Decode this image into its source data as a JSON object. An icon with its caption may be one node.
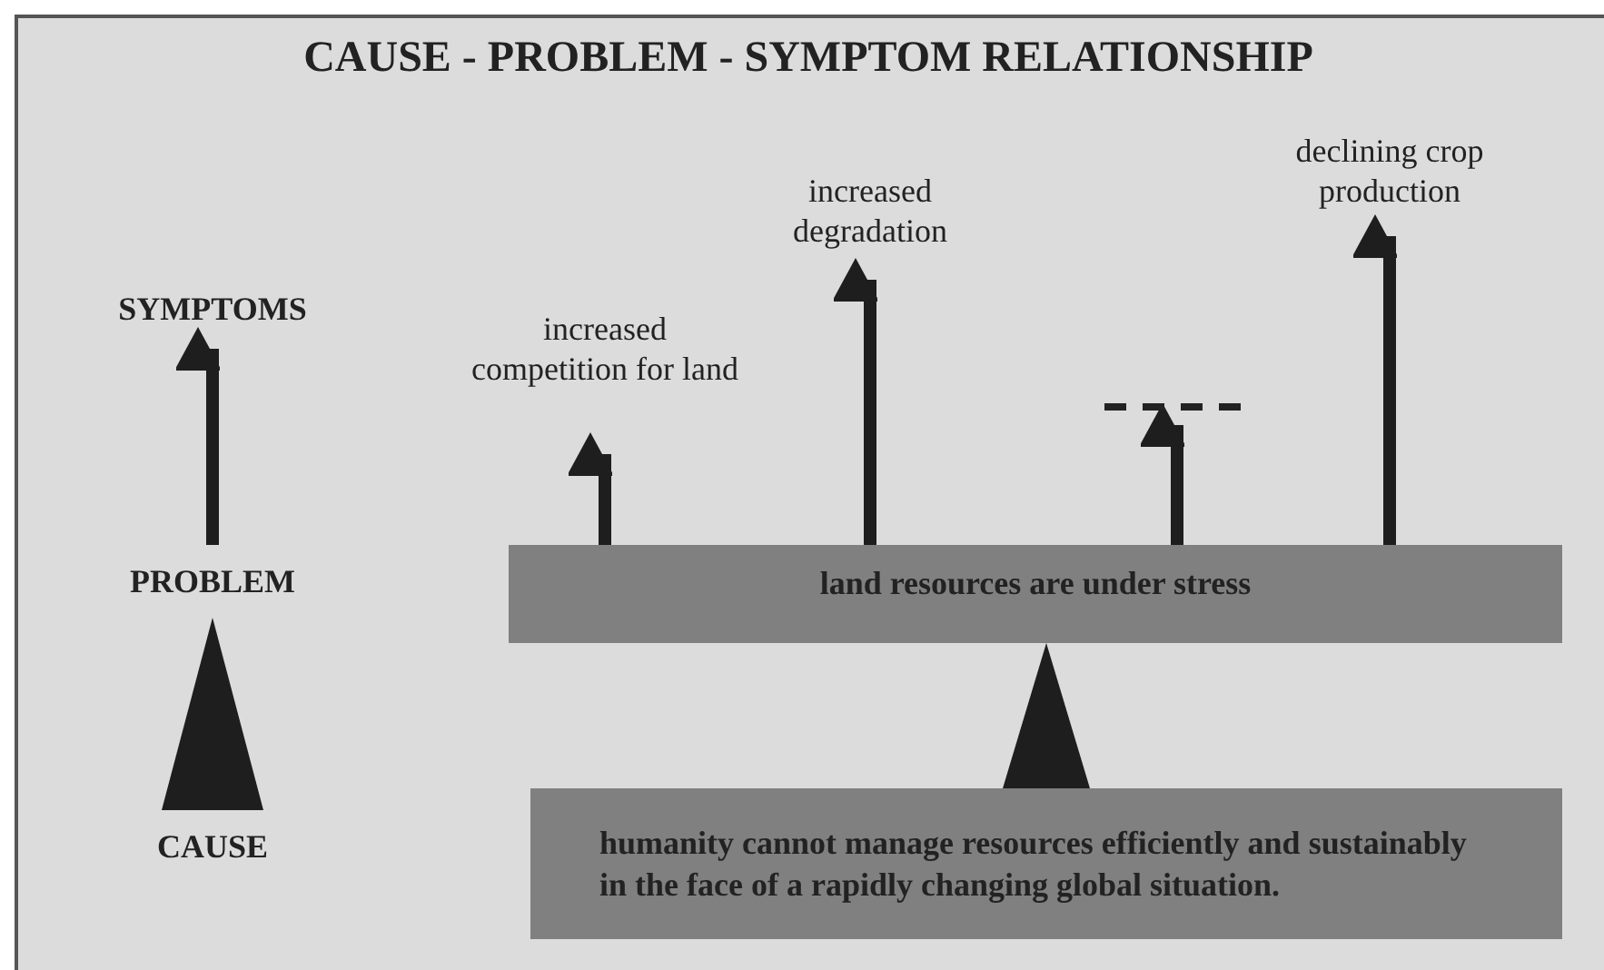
{
  "diagram": {
    "title": "CAUSE - PROBLEM - SYMPTOM RELATIONSHIP",
    "nodes": [
      {
        "text": [
          "SYMPTOMS"
        ]
      },
      {
        "text": [
          "PROBLEM"
        ]
      },
      {
        "text": [
          "CAUSE"
        ]
      },
      {
        "text": [
          "increased competition for land"
        ]
      },
      {
        "text": [
          "increased degradation"
        ]
      },
      {
        "text": [],
        "shape": "line"
      },
      {
        "text": [
          "declining crop production"
        ]
      },
      {
        "text": [
          "land resources are under stress"
        ]
      },
      {
        "text": [
          "humanity cannot manage resources efficiently and sustainably in the face of a rapidly changing global situation."
        ]
      }
    ],
    "edges": [
      {
        "from": 1,
        "to": 0,
        "arrow": "to"
      },
      {
        "from": 2,
        "to": 1,
        "arrow": "to",
        "style": "thick"
      },
      {
        "from": 7,
        "to": 3,
        "arrow": "to"
      },
      {
        "from": 7,
        "to": 4,
        "arrow": "to"
      },
      {
        "from": 7,
        "to": 5,
        "arrow": "to"
      },
      {
        "from": 7,
        "to": 6,
        "arrow": "to"
      },
      {
        "from": 8,
        "to": 7,
        "arrow": "to",
        "style": "thick"
      }
    ]
  }
}
